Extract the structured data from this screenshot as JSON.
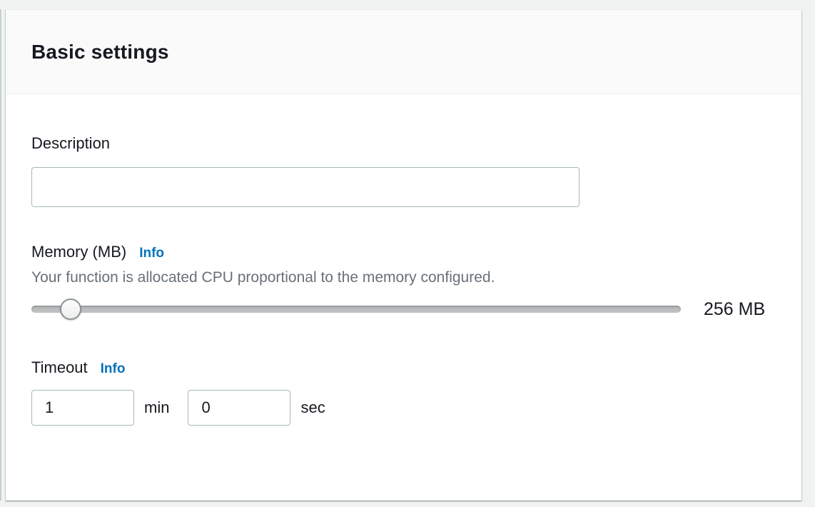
{
  "panel": {
    "title": "Basic settings",
    "description": {
      "label": "Description",
      "value": ""
    },
    "memory": {
      "label": "Memory (MB)",
      "info_label": "Info",
      "helper": "Your function is allocated CPU proportional to the memory configured.",
      "value_label": "256 MB"
    },
    "timeout": {
      "label": "Timeout",
      "info_label": "Info",
      "minutes": {
        "value": "1",
        "unit_label": "min"
      },
      "seconds": {
        "value": "0",
        "unit_label": "sec"
      }
    }
  },
  "colors": {
    "link_blue": "#0073bb",
    "text_dark": "#16191f",
    "text_muted": "#687078",
    "panel_header_bg": "#fafafa",
    "page_bg": "#f1f2f2",
    "input_border": "#aab7b8"
  }
}
